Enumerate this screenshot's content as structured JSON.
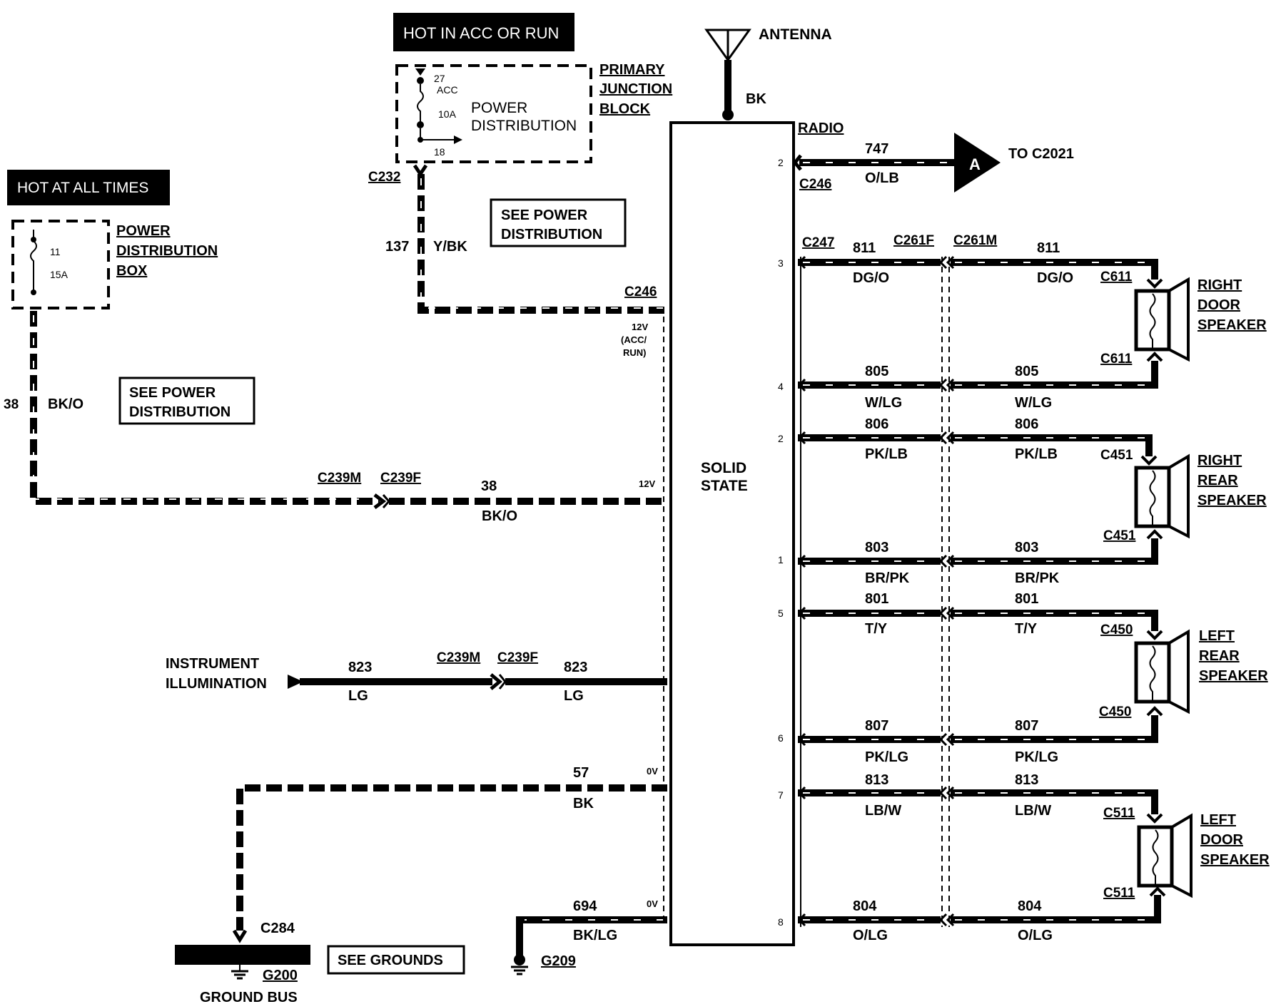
{
  "labels": {
    "hot_acc_run": "HOT IN ACC OR RUN",
    "hot_all_times": "HOT AT ALL TIMES",
    "antenna": "ANTENNA",
    "antenna_color": "BK",
    "radio": "RADIO",
    "solid_state_1": "SOLID",
    "solid_state_2": "STATE",
    "pjb_1": "PRIMARY",
    "pjb_2": "JUNCTION",
    "pjb_3": "BLOCK",
    "pdist_1": "POWER",
    "pdist_2": "DISTRIBUTION",
    "pdb_1": "POWER",
    "pdb_2": "DISTRIBUTION",
    "pdb_3": "BOX",
    "fuse27_num": "27",
    "fuse27_acc": "ACC",
    "fuse27_amp": "10A",
    "fuse27_out": "18",
    "fuse11_num": "11",
    "fuse11_amp": "15A",
    "see_pd_top_1": "SEE POWER",
    "see_pd_top_2": "DISTRIBUTION",
    "see_pd_left_1": "SEE POWER",
    "see_pd_left_2": "DISTRIBUTION",
    "see_grounds": "SEE GROUNDS",
    "ground_bus": "GROUND BUS",
    "g200": "G200",
    "g209": "G209",
    "c284": "C284",
    "c232": "C232",
    "c246_pwr": "C246",
    "c246_ant": "C246",
    "c247": "C247",
    "c261f": "C261F",
    "c261m": "C261M",
    "c239m_a": "C239M",
    "c239f_a": "C239F",
    "c239m_b": "C239M",
    "c239f_b": "C239F",
    "to_c2021": "TO C2021",
    "arrow_a": "A",
    "inst_1": "INSTRUMENT",
    "inst_2": "ILLUMINATION",
    "v12_acc": "12V",
    "v12_acc_b": "(ACC/",
    "v12_acc_c": "RUN)",
    "v12": "12V",
    "v0_a": "0V",
    "v0_b": "0V",
    "c611_top": "C611",
    "c611_bot": "C611",
    "c451_top": "C451",
    "c451_bot": "C451",
    "c450_top": "C450",
    "c450_bot": "C450",
    "c511_top": "C511",
    "c511_bot": "C511",
    "rds_1": "RIGHT",
    "rds_2": "DOOR",
    "rds_3": "SPEAKER",
    "rrs_1": "RIGHT",
    "rrs_2": "REAR",
    "rrs_3": "SPEAKER",
    "lrs_1": "LEFT",
    "lrs_2": "REAR",
    "lrs_3": "SPEAKER",
    "lds_1": "LEFT",
    "lds_2": "DOOR",
    "lds_3": "SPEAKER"
  },
  "wires": {
    "w137_num": "137",
    "w137_color": "Y/BK",
    "w38_left_num": "38",
    "w38_left_color": "BK/O",
    "w38_num": "38",
    "w38_color": "BK/O",
    "w823a_num": "823",
    "w823a_color": "LG",
    "w823b_num": "823",
    "w823b_color": "LG",
    "w57_num": "57",
    "w57_color": "BK",
    "w694_num": "694",
    "w694_color": "BK/LG",
    "w747_num": "747",
    "w747_color": "O/LB",
    "w811a_num": "811",
    "w811a_color": "DG/O",
    "w811b_num": "811",
    "w811b_color": "DG/O",
    "w805a_num": "805",
    "w805a_color": "W/LG",
    "w805b_num": "805",
    "w805b_color": "W/LG",
    "w806a_num": "806",
    "w806a_color": "PK/LB",
    "w806b_num": "806",
    "w806b_color": "PK/LB",
    "w803a_num": "803",
    "w803a_color": "BR/PK",
    "w803b_num": "803",
    "w803b_color": "BR/PK",
    "w801a_num": "801",
    "w801a_color": "T/Y",
    "w801b_num": "801",
    "w801b_color": "T/Y",
    "w807a_num": "807",
    "w807a_color": "PK/LG",
    "w807b_num": "807",
    "w807b_color": "PK/LG",
    "w813a_num": "813",
    "w813a_color": "LB/W",
    "w813b_num": "813",
    "w813b_color": "LB/W",
    "w804a_num": "804",
    "w804a_color": "O/LG",
    "w804b_num": "804",
    "w804b_color": "O/LG"
  },
  "pins": {
    "left_6": "6",
    "left_8": "8",
    "left_5": "5",
    "left_7": "7",
    "left_3": "3",
    "right_2a": "2",
    "right_3": "3",
    "right_4": "4",
    "right_2b": "2",
    "right_1": "1",
    "right_5": "5",
    "right_6": "6",
    "right_7": "7",
    "right_8": "8"
  }
}
